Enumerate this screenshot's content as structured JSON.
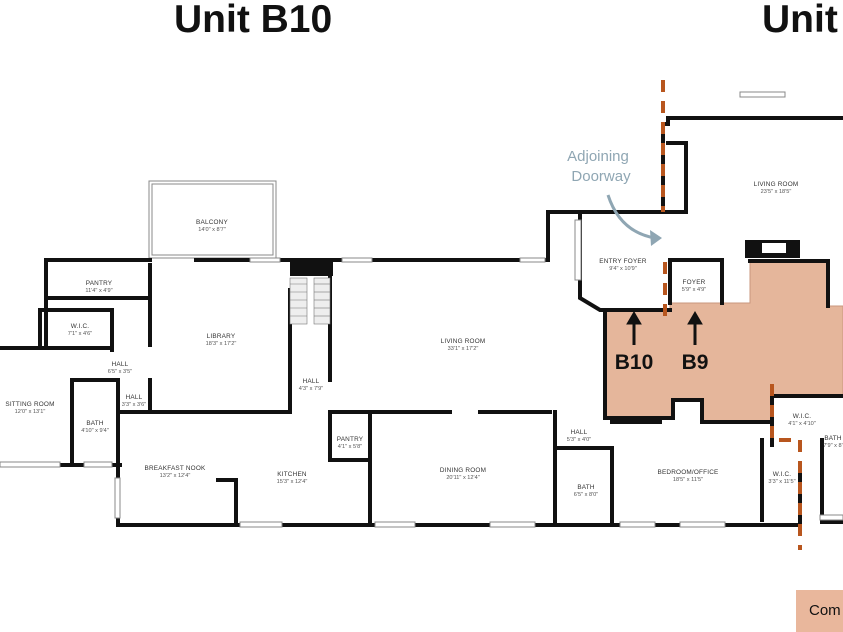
{
  "titles": {
    "left": "Unit B10",
    "right": "Unit"
  },
  "rooms": [
    {
      "key": "balcony",
      "name": "BALCONY",
      "dims": "14'0\" x 8'7\""
    },
    {
      "key": "pantry1",
      "name": "PANTRY",
      "dims": "11'4\" x 4'9\""
    },
    {
      "key": "wic1",
      "name": "W.I.C.",
      "dims": "7'1\" x 4'6\""
    },
    {
      "key": "library",
      "name": "LIBRARY",
      "dims": "18'3\" x 17'2\""
    },
    {
      "key": "hall1",
      "name": "HALL",
      "dims": "6'5\" x 3'5\""
    },
    {
      "key": "hall2",
      "name": "HALL",
      "dims": "3'3\" x 3'6\""
    },
    {
      "key": "sitting",
      "name": "SITTING ROOM",
      "dims": "12'0\" x 13'1\""
    },
    {
      "key": "bath1",
      "name": "BATH",
      "dims": "4'10\" x 9'4\""
    },
    {
      "key": "hall3",
      "name": "HALL",
      "dims": "4'3\" x 7'9\""
    },
    {
      "key": "living1",
      "name": "LIVING ROOM",
      "dims": "33'1\" x 17'2\""
    },
    {
      "key": "pantry2",
      "name": "PANTRY",
      "dims": "4'1\" x 5'8\""
    },
    {
      "key": "nook",
      "name": "BREAKFAST NOOK",
      "dims": "13'2\" x 12'4\""
    },
    {
      "key": "kitchen",
      "name": "KITCHEN",
      "dims": "15'3\" x 12'4\""
    },
    {
      "key": "dining",
      "name": "DINING ROOM",
      "dims": "20'11\" x 12'4\""
    },
    {
      "key": "entry",
      "name": "ENTRY FOYER",
      "dims": "9'4\" x 10'9\""
    },
    {
      "key": "living2",
      "name": "LIVING ROOM",
      "dims": "23'5\" x 18'5\""
    },
    {
      "key": "foyer",
      "name": "FOYER",
      "dims": "5'9\" x 4'9\""
    },
    {
      "key": "hall4",
      "name": "HALL",
      "dims": "5'3\" x 4'0\""
    },
    {
      "key": "bath2",
      "name": "BATH",
      "dims": "6'5\" x 8'0\""
    },
    {
      "key": "bedroom",
      "name": "BEDROOM/OFFICE",
      "dims": "18'5\" x 11'5\""
    },
    {
      "key": "wic2",
      "name": "W.I.C.",
      "dims": "4'1\" x 4'10\""
    },
    {
      "key": "wic3",
      "name": "W.I.C.",
      "dims": "3'3\" x 11'5\""
    },
    {
      "key": "bath3",
      "name": "BATH",
      "dims": "7'9\" x 8'"
    }
  ],
  "annotation": {
    "line1": "Adjoining",
    "line2": "Doorway"
  },
  "units": {
    "b10": "B10",
    "b9": "B9"
  },
  "legend": {
    "text": "Com"
  },
  "colors": {
    "highlight": "#e5b69b",
    "highlight_stroke": "#c9977c",
    "doorway": "#b8561e",
    "annotation": "#8fa6b3"
  }
}
